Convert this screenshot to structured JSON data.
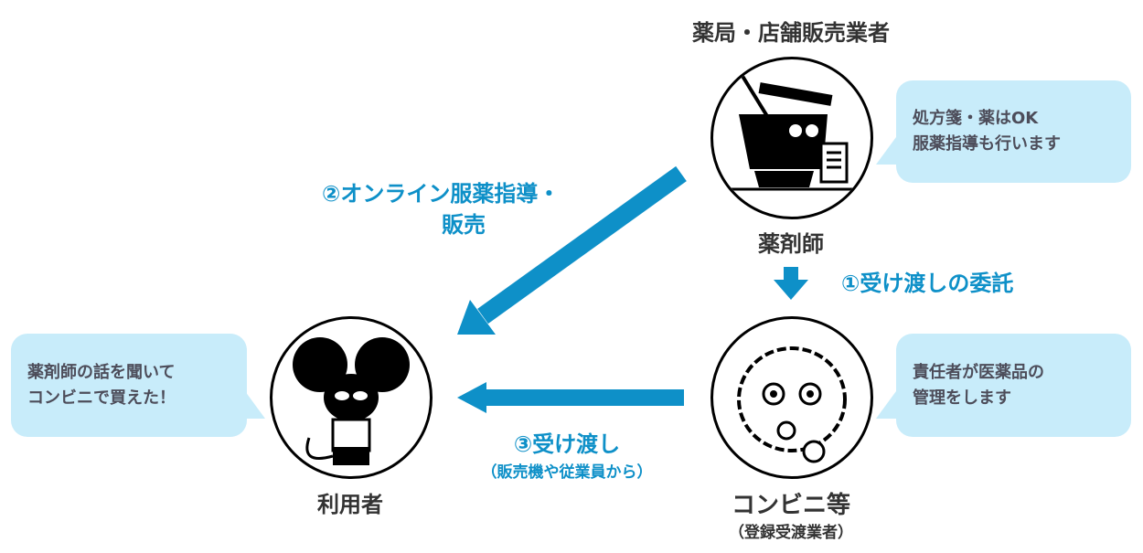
{
  "title": "薬局・店舗販売業者",
  "pharmacist": {
    "label": "薬剤師",
    "bubble": [
      "処方箋・薬はOK",
      "服薬指導も行います"
    ]
  },
  "convenience": {
    "label": "コンビニ等",
    "sublabel": "（登録受渡業者）",
    "bubble": [
      "責任者が医薬品の",
      "管理をします"
    ]
  },
  "user": {
    "label": "利用者",
    "bubble": [
      "薬剤師の話を聞いて",
      "コンビニで買えた！"
    ]
  },
  "steps": {
    "step1": "①受け渡しの委託",
    "step2_line1": "②オンライン服薬指導・",
    "step2_line2": "販売",
    "step3": "③受け渡し",
    "step3_sub": "（販売機や従業員から）"
  },
  "colors": {
    "arrow": "#0e90c8",
    "bubble": "#c8ecfa",
    "text": "#333333"
  }
}
